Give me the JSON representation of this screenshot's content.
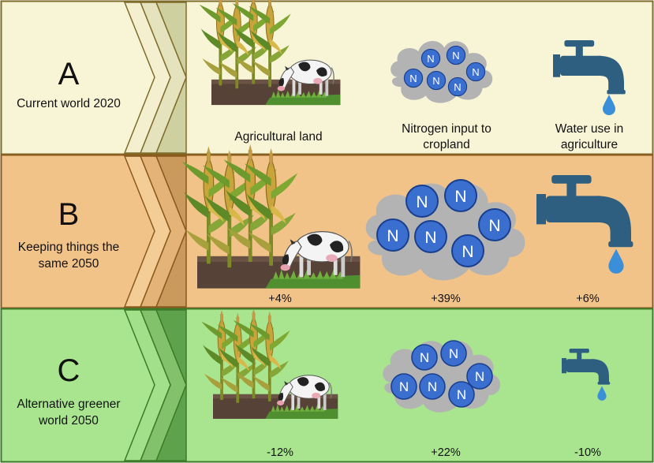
{
  "columns": {
    "land": "Agricultural land",
    "nitrogen_1": "Nitrogen input to",
    "nitrogen_2": "cropland",
    "water_1": "Water use in",
    "water_2": "agriculture"
  },
  "nitrogen_symbol": "N",
  "rows": [
    {
      "letter": "A",
      "title_1": "Current world 2020",
      "title_2": "",
      "land_change": "",
      "nitrogen_change": "",
      "water_change": "",
      "bg_color": "#f8f4d6",
      "border_color": "#7f6c2a",
      "chevron_colors": [
        "#f3efcf",
        "#e5e3be",
        "#cfd09f"
      ]
    },
    {
      "letter": "B",
      "title_1": "Keeping things the",
      "title_2": "same 2050",
      "land_change": "+4%",
      "nitrogen_change": "+39%",
      "water_change": "+6%",
      "bg_color": "#f2c389",
      "border_color": "#8a5a1c",
      "chevron_colors": [
        "#f4cc95",
        "#e3b377",
        "#c99a5c"
      ]
    },
    {
      "letter": "C",
      "title_1": "Alternative greener",
      "title_2": "world 2050",
      "land_change": "-12%",
      "nitrogen_change": "+22%",
      "water_change": "-10%",
      "bg_color": "#a8e58e",
      "border_color": "#3d7a2a",
      "chevron_colors": [
        "#a2e08a",
        "#82c26a",
        "#5fa24c"
      ]
    }
  ],
  "colors": {
    "tap": "#2f5f80",
    "drop": "#3a8fd8",
    "n_circle": "#3a6fd0",
    "cloud": "#b3b3b3",
    "corn": "#8a9a2a",
    "soil": "#5a4a3c",
    "grass": "#4f8f2f"
  }
}
